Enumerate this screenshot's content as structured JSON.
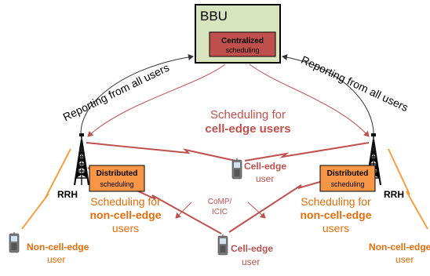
{
  "bbu": {
    "title": "BBU",
    "centralized_line1": "Centralized",
    "centralized_line2": "scheduling"
  },
  "reporting": {
    "left": "Reporting from all users",
    "right": "Reporting from all users"
  },
  "central_scheduling": {
    "line1": "Scheduling for",
    "line2": "cell-edge users"
  },
  "rrh_left": {
    "label": "RRH",
    "box_line1": "Distributed",
    "box_line2": "scheduling",
    "sched_line1": "Scheduling for",
    "sched_line2": "non-cell-edge",
    "sched_line3": "users"
  },
  "rrh_right": {
    "label": "RRH",
    "box_line1": "Distributed",
    "box_line2": "scheduling",
    "sched_line1": "Scheduling for",
    "sched_line2": "non-cell-edge",
    "sched_line3": "users"
  },
  "users": {
    "cell_edge_top": {
      "line1": "Cell-edge",
      "line2": "user"
    },
    "cell_edge_bottom": {
      "line1": "Cell-edge",
      "line2": "user"
    },
    "non_cell_edge_left": {
      "line1": "Non-cell-edge",
      "line2": "user"
    },
    "non_cell_edge_right": {
      "line1": "Non-cell-edge",
      "line2": "user"
    }
  },
  "comp": {
    "line1": "CoMP/",
    "line2": "ICIC"
  },
  "colors": {
    "bbu_fill": "#d7e4bd",
    "centralized_fill": "#c0504d",
    "distributed_fill": "#f79646",
    "red_text": "#c0504d",
    "orange_text": "#e46c0a",
    "red_link": "#c0504d",
    "orange_link": "#f4a040"
  }
}
